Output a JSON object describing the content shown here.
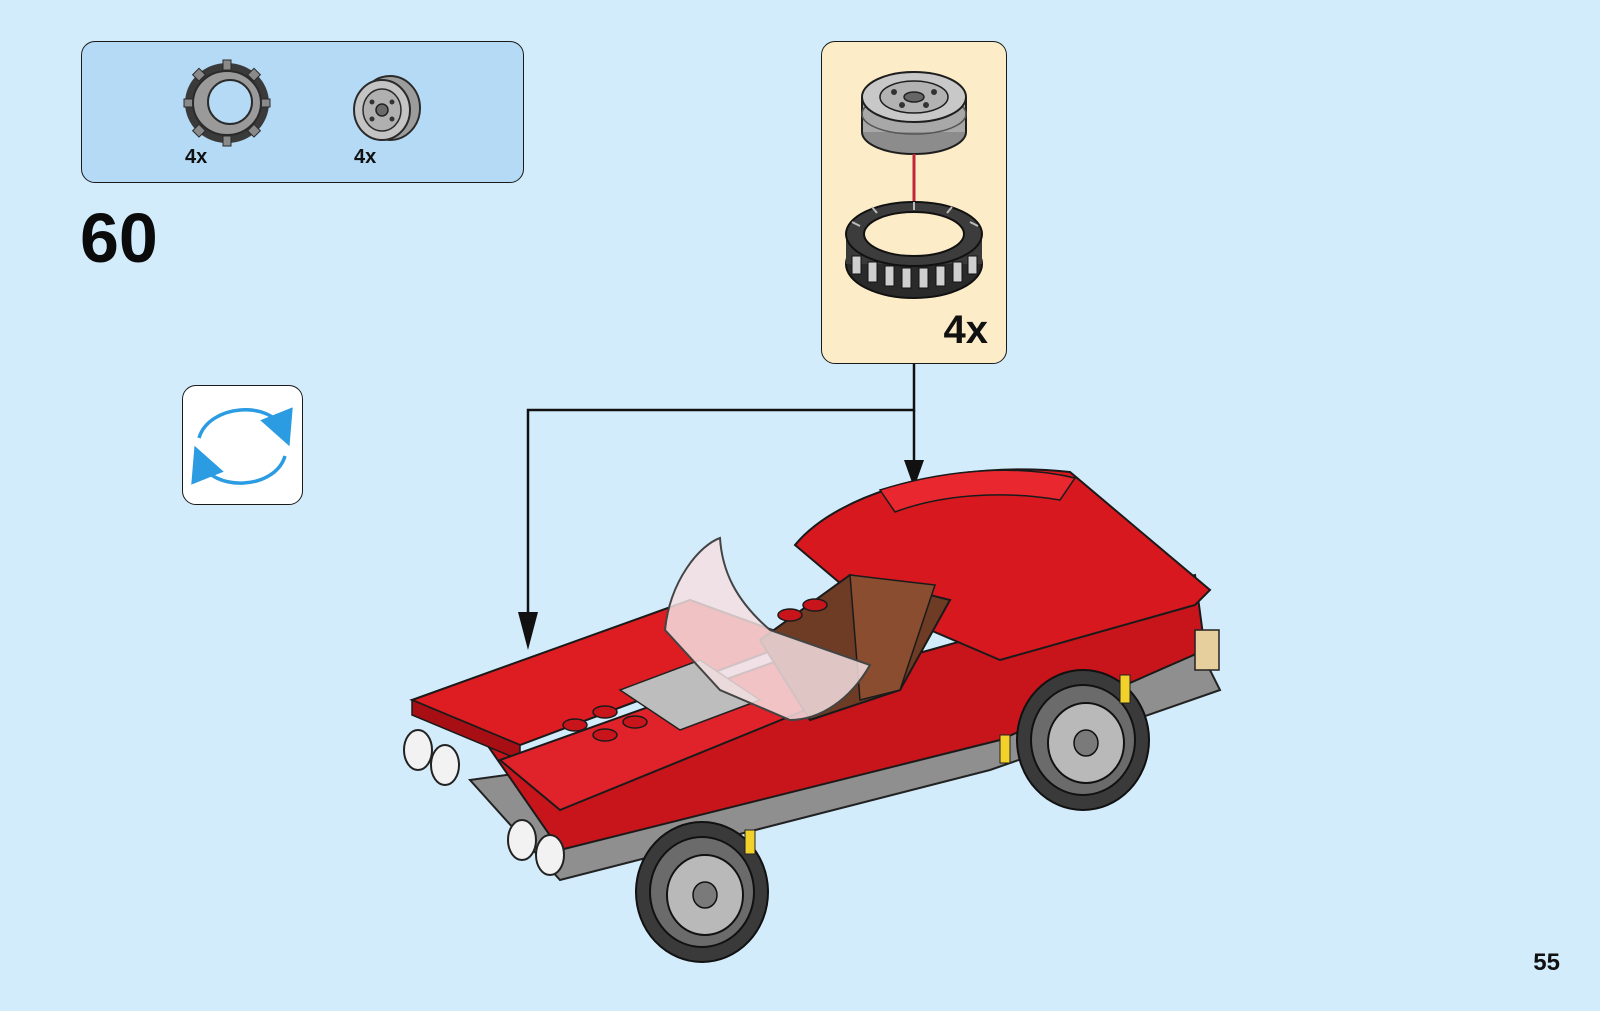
{
  "parts_list": {
    "items": [
      {
        "name": "tire-icon",
        "quantity": "4x"
      },
      {
        "name": "wheel-rim-icon",
        "quantity": "4x"
      }
    ]
  },
  "step": {
    "number": "60"
  },
  "rotate": {
    "icon": "rotate-model-icon",
    "color": "#2b9be2"
  },
  "sub_assembly": {
    "quantity": "4x",
    "arrow_color": "#c0283a"
  },
  "model": {
    "body_color": "#d3141b",
    "interior_color": "#6e3b25"
  },
  "page": {
    "number": "55"
  }
}
